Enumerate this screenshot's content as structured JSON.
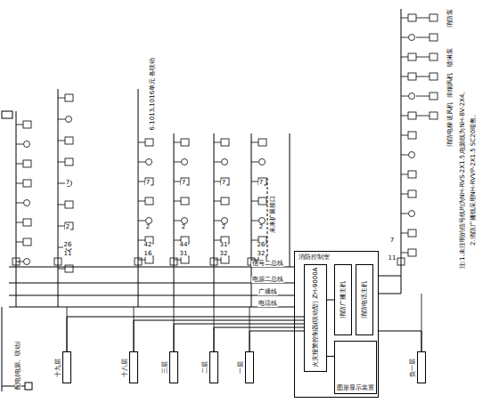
{
  "diagram": {
    "nodes": [
      {
        "text": [
          "消防控制室"
        ]
      },
      {
        "text": [
          "火灾报警控制器(联动型) ZH-9000A"
        ],
        "in": 0
      },
      {
        "text": [
          "消防广播主机"
        ],
        "in": 0
      },
      {
        "text": [
          "消防电话主机"
        ],
        "in": 0
      },
      {
        "text": [
          "图形显示装置"
        ],
        "in": 0
      },
      {
        "text": [
          "十九层"
        ]
      },
      {
        "text": [
          "十八层"
        ]
      },
      {
        "text": [
          "三层"
        ]
      },
      {
        "text": [
          "二层"
        ]
      },
      {
        "text": [
          "一层"
        ]
      },
      {
        "text": [
          "负一层"
        ]
      }
    ],
    "edges": [
      {
        "from": 5,
        "to": 1,
        "arrow": "none"
      },
      {
        "from": 6,
        "to": 1,
        "arrow": "none"
      },
      {
        "from": 7,
        "to": 1,
        "arrow": "none"
      },
      {
        "from": 8,
        "to": 1,
        "arrow": "none"
      },
      {
        "from": 9,
        "to": 1,
        "arrow": "none"
      },
      {
        "from": 10,
        "to": 0,
        "arrow": "none"
      },
      {
        "from": 1,
        "to": 2,
        "arrow": "none"
      },
      {
        "from": 1,
        "to": 4,
        "arrow": "none"
      }
    ],
    "labels": [
      "配电(电源、联动)",
      "7",
      "2",
      "26",
      "11",
      "7",
      "2",
      "42",
      "16",
      "7",
      "2",
      "44",
      "31",
      "7",
      "2",
      "31",
      "32",
      "7",
      "2",
      "26",
      "32",
      "11",
      "7",
      "6.1013,1016单元 各联动",
      "未来扩展接口",
      "注:1.未注明的信号线均为NH-RVS-2X1.5,电源线为NH-BV-2X4。",
      "2.消防广播线采用NH-RVVP-2X1.5 SC20暗敷。",
      "信号二总线",
      "电源二总线",
      "广播线",
      "电话线",
      "消防泵",
      "喷淋泵",
      "排烟风机",
      "送风机",
      "消防电梯"
    ]
  }
}
